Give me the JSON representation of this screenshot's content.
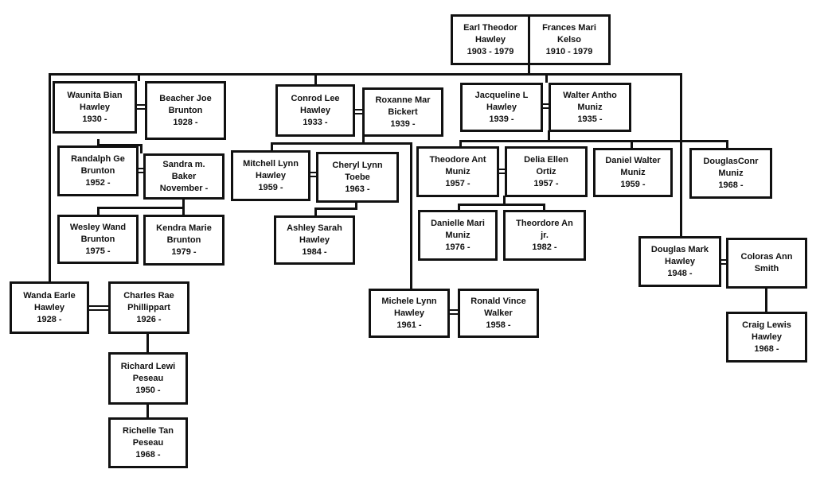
{
  "people": {
    "p01": {
      "l1": "Earl Theodor",
      "l2": "Hawley",
      "l3": "1903 - 1979"
    },
    "p02": {
      "l1": "Frances Mari",
      "l2": "Kelso",
      "l3": "1910 - 1979"
    },
    "p03": {
      "l1": "Waunita Bian",
      "l2": "Hawley",
      "l3": "1930 -"
    },
    "p04": {
      "l1": "Beacher Joe",
      "l2": "Brunton",
      "l3": "1928 -"
    },
    "p05": {
      "l1": "Conrod Lee",
      "l2": "Hawley",
      "l3": "1933 -"
    },
    "p06": {
      "l1": "Roxanne Mar",
      "l2": "Bickert",
      "l3": "1939 -"
    },
    "p07": {
      "l1": "Jacqueline L",
      "l2": "Hawley",
      "l3": "1939 -"
    },
    "p08": {
      "l1": "Walter Antho",
      "l2": "Muniz",
      "l3": "1935 -"
    },
    "p09": {
      "l1": "Randalph Ge",
      "l2": "Brunton",
      "l3": "1952 -"
    },
    "p10": {
      "l1": "Sandra m.",
      "l2": "Baker",
      "l3": "November -"
    },
    "p11": {
      "l1": "Mitchell Lynn",
      "l2": "Hawley",
      "l3": "1959 -"
    },
    "p12": {
      "l1": "Cheryl Lynn",
      "l2": "Toebe",
      "l3": "1963 -"
    },
    "p13": {
      "l1": "Theodore Ant",
      "l2": "Muniz",
      "l3": "1957 -"
    },
    "p14": {
      "l1": "Delia Ellen",
      "l2": "Ortiz",
      "l3": "1957 -"
    },
    "p15": {
      "l1": "Daniel Walter",
      "l2": "Muniz",
      "l3": "1959 -"
    },
    "p16": {
      "l1": "DouglasConr",
      "l2": "Muniz",
      "l3": "1968 -"
    },
    "p17": {
      "l1": "Wesley Wand",
      "l2": "Brunton",
      "l3": "1975 -"
    },
    "p18": {
      "l1": "Kendra Marie",
      "l2": "Brunton",
      "l3": "1979 -"
    },
    "p19": {
      "l1": "Ashley Sarah",
      "l2": "Hawley",
      "l3": "1984 -"
    },
    "p20": {
      "l1": "Danielle Mari",
      "l2": "Muniz",
      "l3": "1976 -"
    },
    "p21": {
      "l1": "Theordore An",
      "l2": "jr.",
      "l3": "1982 -"
    },
    "p22": {
      "l1": "Douglas Mark",
      "l2": "Hawley",
      "l3": "1948 -"
    },
    "p23": {
      "l1": "Coloras Ann",
      "l2": "Smith",
      "l3": ""
    },
    "p24": {
      "l1": "Wanda Earle",
      "l2": "Hawley",
      "l3": "1928 -"
    },
    "p25": {
      "l1": "Charles Rae",
      "l2": "Phillippart",
      "l3": "1926 -"
    },
    "p26": {
      "l1": "Michele Lynn",
      "l2": "Hawley",
      "l3": "1961 -"
    },
    "p27": {
      "l1": "Ronald Vince",
      "l2": "Walker",
      "l3": "1958 -"
    },
    "p28": {
      "l1": "Craig Lewis",
      "l2": "Hawley",
      "l3": "1968 -"
    },
    "p29": {
      "l1": "Richard Lewi",
      "l2": "Peseau",
      "l3": "1950 -"
    },
    "p30": {
      "l1": "Richelle Tan",
      "l2": "Peseau",
      "l3": "1968 -"
    }
  }
}
